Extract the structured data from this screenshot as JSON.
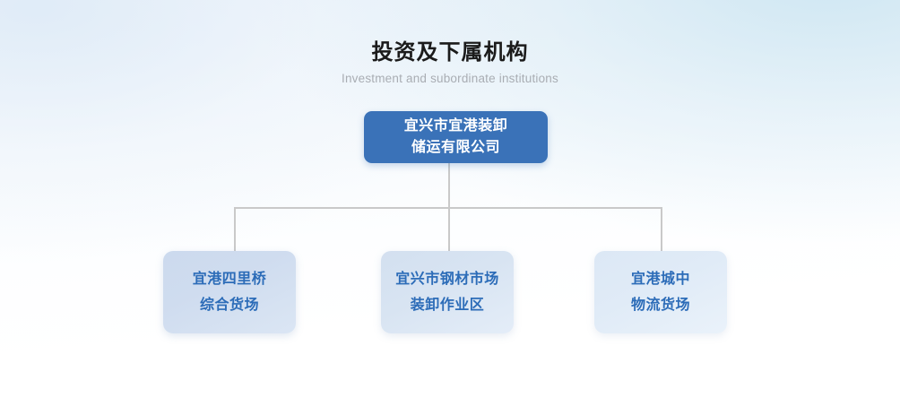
{
  "heading": {
    "title": "投资及下属机构",
    "subtitle": "Investment and subordinate institutions"
  },
  "org_chart": {
    "root": {
      "label": "宜兴市宜港装卸\n储运有限公司",
      "text_color": "#ffffff",
      "background_color": "#3a72b8"
    },
    "children": [
      {
        "label": "宜港四里桥\n综合货场",
        "text_color": "#2c6cb8",
        "background_color": "#ccdaee"
      },
      {
        "label": "宜兴市钢材市场\n装卸作业区",
        "text_color": "#2c6cb8",
        "background_color": "#d6e2f1"
      },
      {
        "label": "宜港城中\n物流货场",
        "text_color": "#2c6cb8",
        "background_color": "#dfeaf6"
      }
    ],
    "connector_color": "#c9c9c9"
  },
  "theme": {
    "page_background_top_left": "#eef4fa",
    "page_background_top_right": "#dceef5",
    "page_background_bottom": "#ffffff",
    "heading_title_color": "#1b1b1b",
    "heading_subtitle_color": "#a9adb3"
  }
}
